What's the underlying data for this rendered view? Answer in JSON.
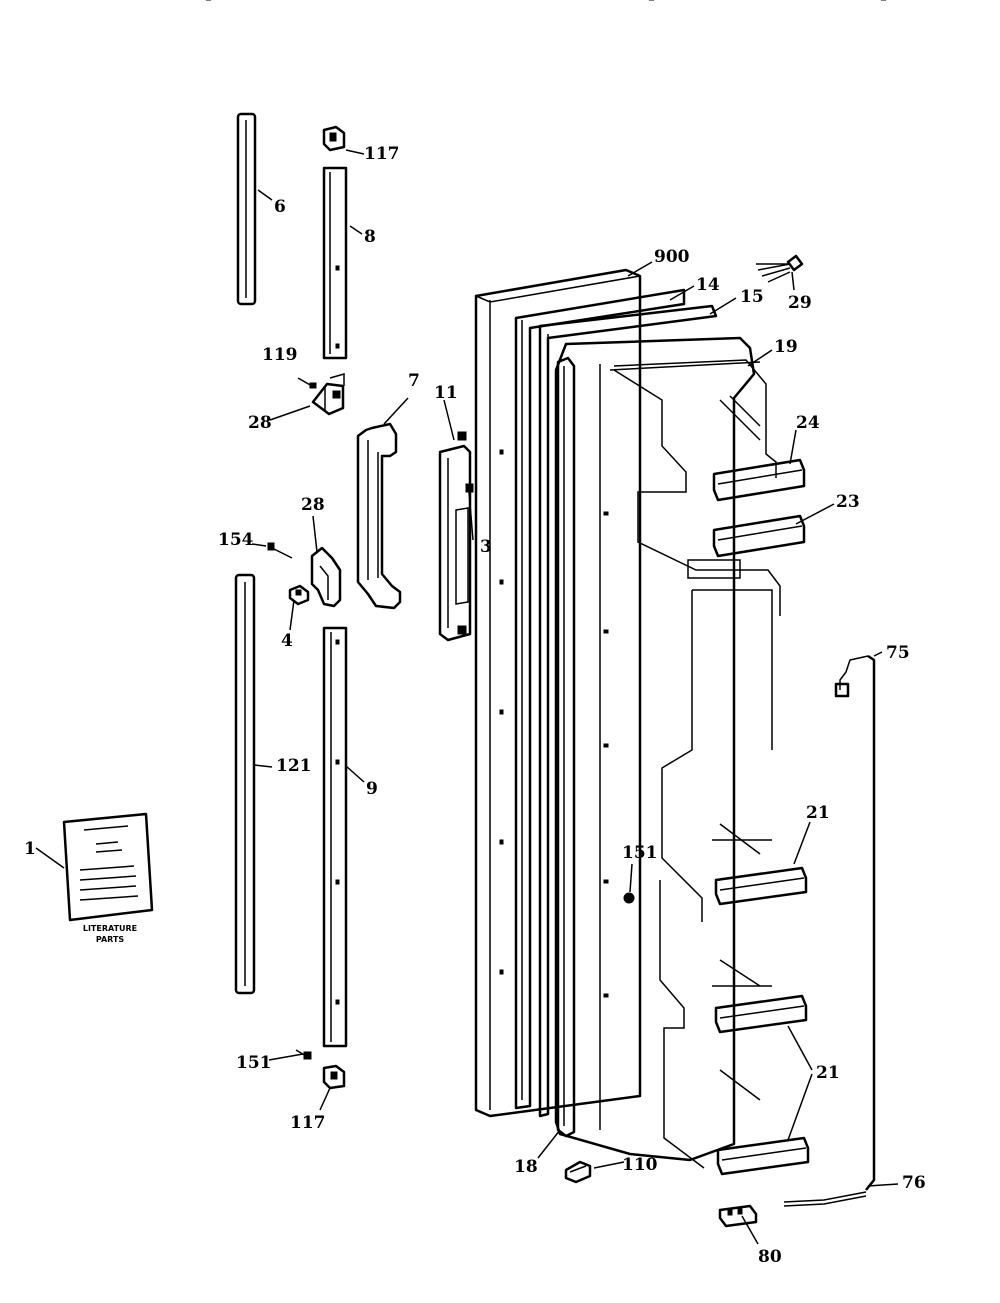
{
  "header_fragments": [
    "-",
    "-",
    "-"
  ],
  "part_labels": [
    {
      "id": "l1",
      "text": "1"
    },
    {
      "id": "l3",
      "text": "3"
    },
    {
      "id": "l4",
      "text": "4"
    },
    {
      "id": "l6",
      "text": "6"
    },
    {
      "id": "l7",
      "text": "7"
    },
    {
      "id": "l8",
      "text": "8"
    },
    {
      "id": "l9",
      "text": "9"
    },
    {
      "id": "l11",
      "text": "11"
    },
    {
      "id": "l14",
      "text": "14"
    },
    {
      "id": "l15",
      "text": "15"
    },
    {
      "id": "l18",
      "text": "18"
    },
    {
      "id": "l19",
      "text": "19"
    },
    {
      "id": "l21a",
      "text": "21"
    },
    {
      "id": "l21b",
      "text": "21"
    },
    {
      "id": "l23",
      "text": "23"
    },
    {
      "id": "l24",
      "text": "24"
    },
    {
      "id": "l28a",
      "text": "28"
    },
    {
      "id": "l28b",
      "text": "28"
    },
    {
      "id": "l29",
      "text": "29"
    },
    {
      "id": "l75",
      "text": "75"
    },
    {
      "id": "l76",
      "text": "76"
    },
    {
      "id": "l80",
      "text": "80"
    },
    {
      "id": "l110",
      "text": "110"
    },
    {
      "id": "l117a",
      "text": "117"
    },
    {
      "id": "l117b",
      "text": "117"
    },
    {
      "id": "l119",
      "text": "119"
    },
    {
      "id": "l121",
      "text": "121"
    },
    {
      "id": "l151a",
      "text": "151"
    },
    {
      "id": "l151b",
      "text": "151"
    },
    {
      "id": "l154",
      "text": "154"
    },
    {
      "id": "l900",
      "text": "900"
    }
  ],
  "literature": {
    "caption_line1": "LITERATURE",
    "caption_line2": "PARTS"
  },
  "colors": {
    "ink": "#000000",
    "paper": "#ffffff"
  }
}
